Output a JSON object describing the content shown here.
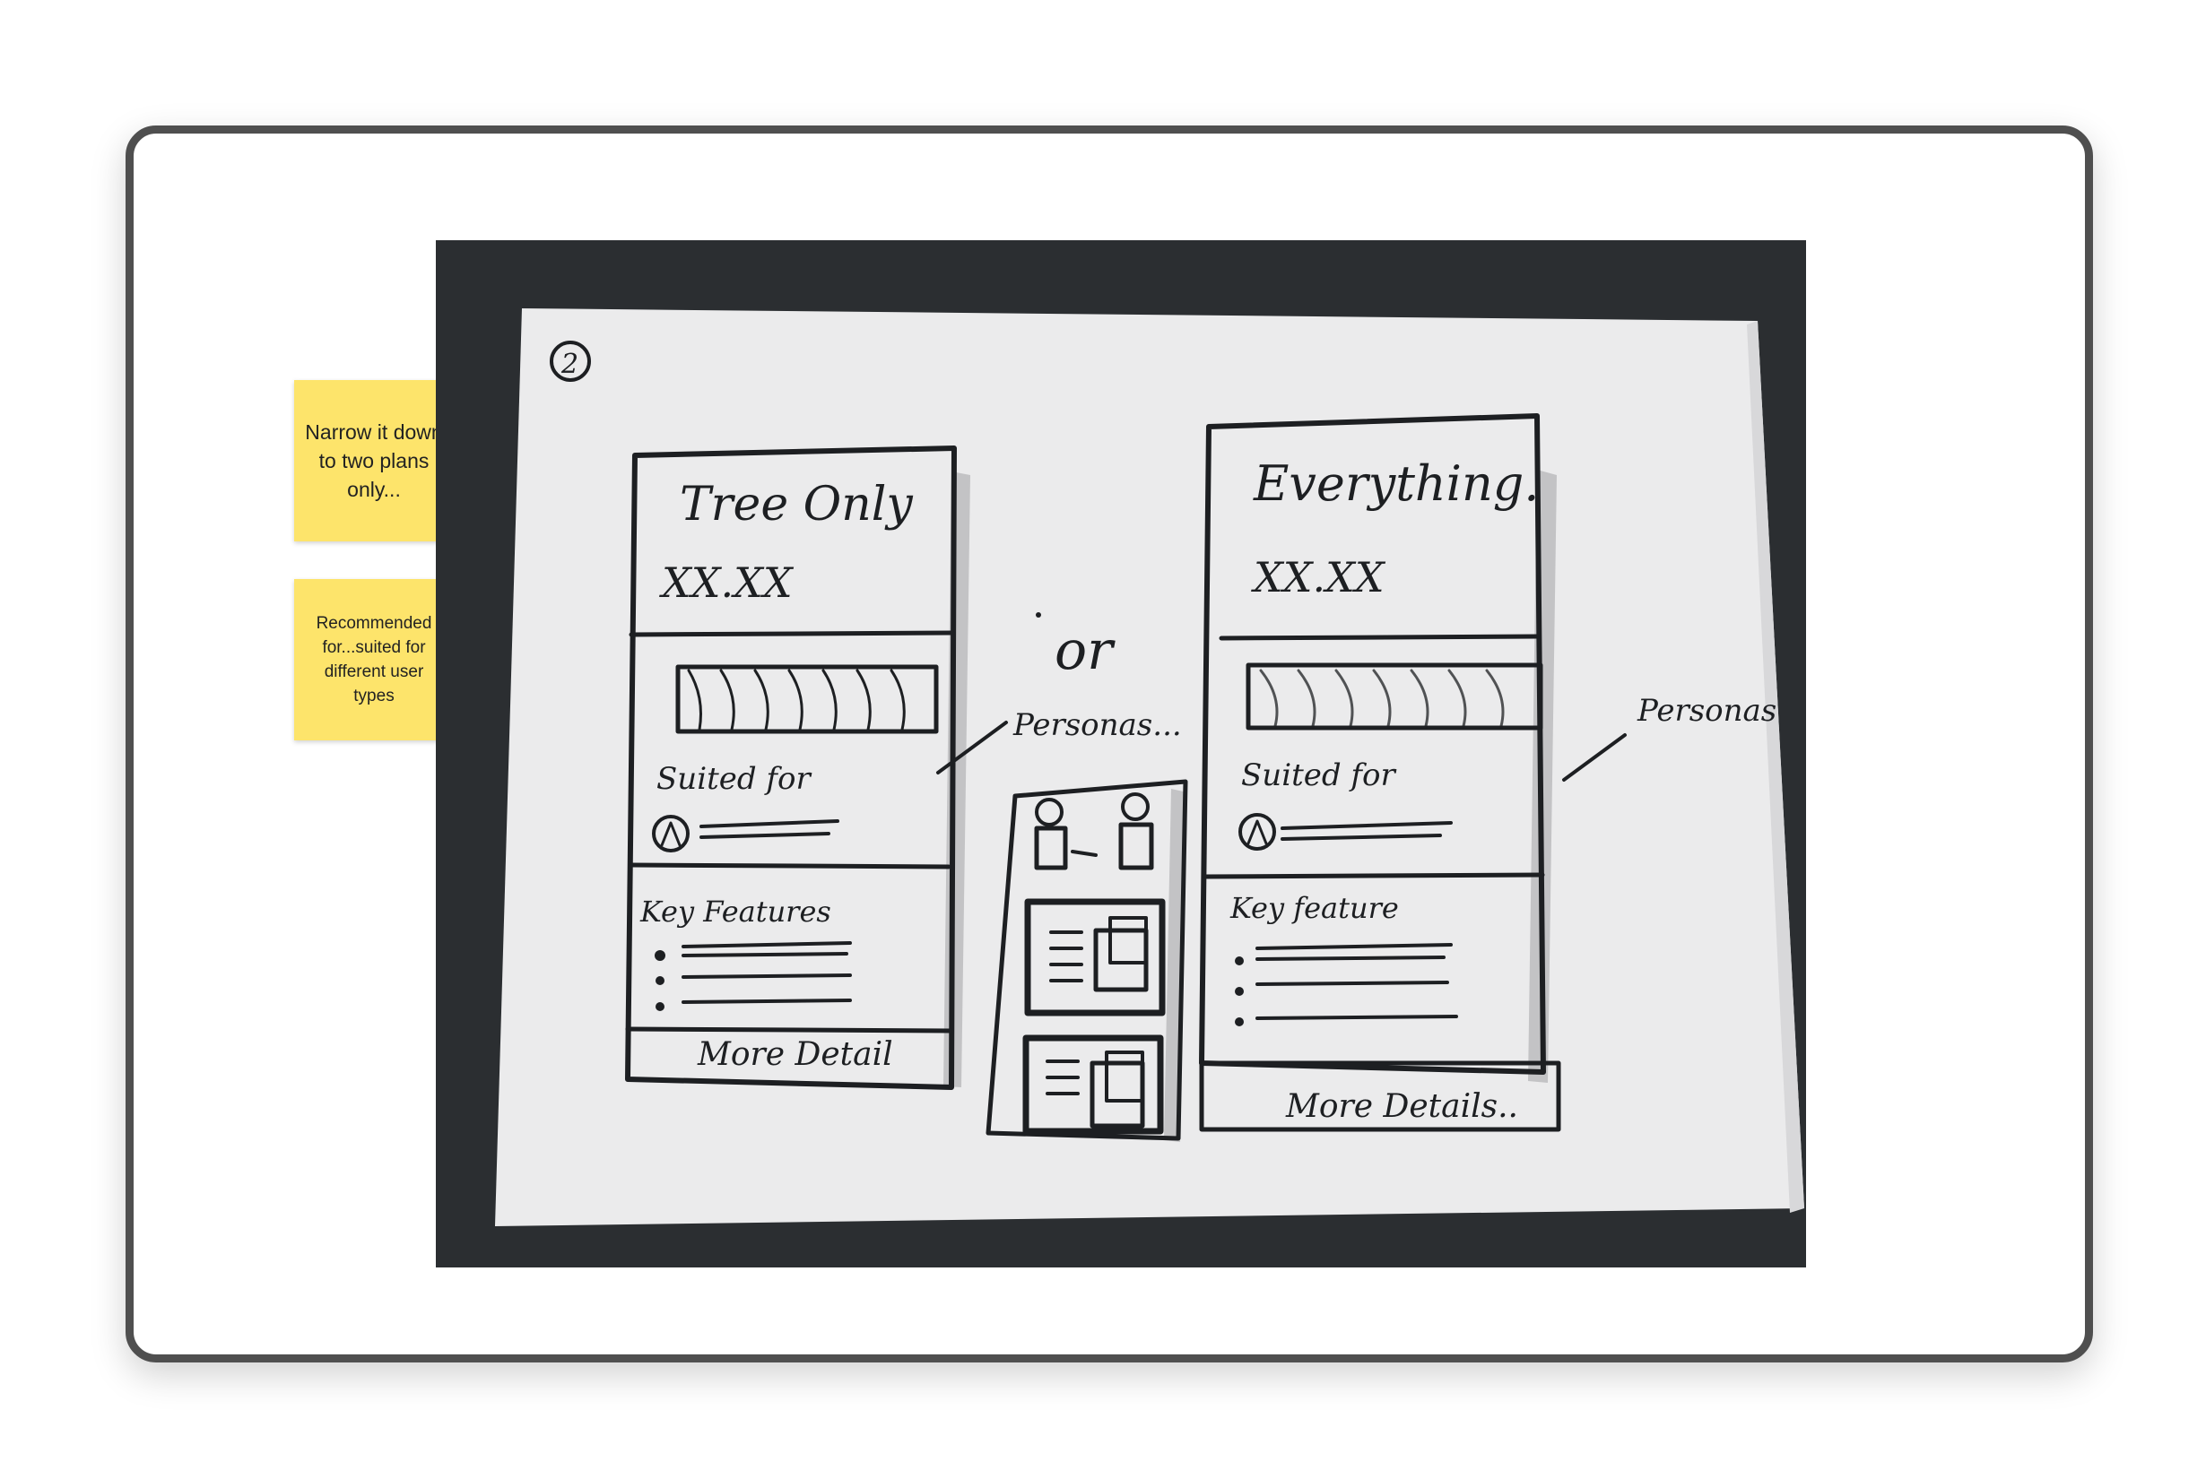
{
  "stickies": [
    {
      "text": "Narrow it down to two plans only..."
    },
    {
      "text": "Recommended for...suited for different user types"
    }
  ],
  "sketch": {
    "page_number": "2",
    "left_plan": {
      "title": "Tree Only",
      "price": "XX.XX",
      "suited_label": "Suited for",
      "features_label": "Key Features",
      "button": "More Detail"
    },
    "separator": "or",
    "personas_left": "Personas...",
    "personas_right": "Personas",
    "right_plan": {
      "title": "Everything.",
      "price": "XX.XX",
      "suited_label": "Suited for",
      "features_label": "Key feature",
      "button": "More Details.."
    }
  },
  "colors": {
    "sticky": "#fde46b",
    "frame": "#4f4f4f",
    "paper": "#ebebec",
    "ink": "#1d1f22"
  }
}
